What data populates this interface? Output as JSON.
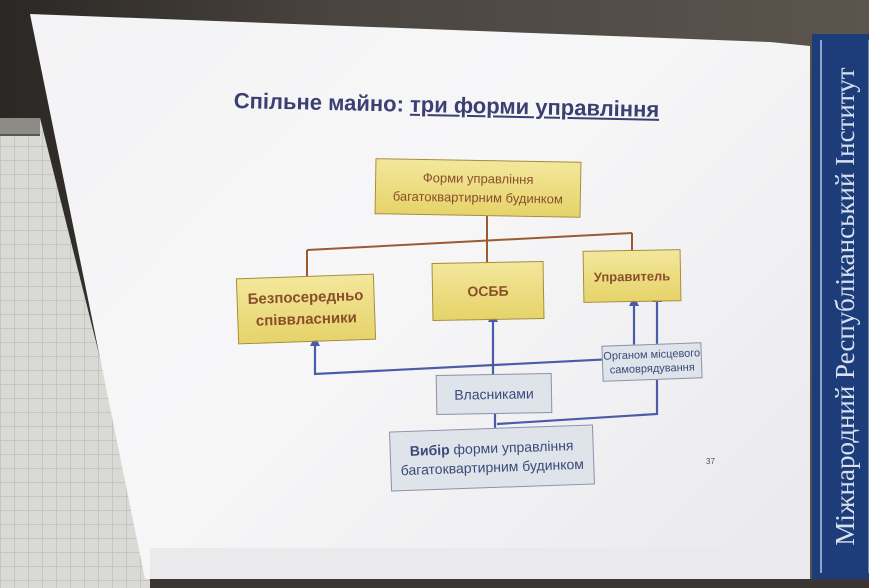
{
  "slide": {
    "title_part1": "Спільне майно: ",
    "title_part2": "три форми управління",
    "page_number": "37"
  },
  "diagram": {
    "top_line1": "Форми управління",
    "top_line2": "багатоквартирним будинком",
    "direct_line1": "Безпосередньо",
    "direct_line2": "співвласники",
    "osbb": "ОСББ",
    "manager": "Управитель",
    "owners": "Власниками",
    "local_line1": "Органом місцевого",
    "local_line2": "самоврядування",
    "choice_bold": "Вибір",
    "choice_rest": " форми управління",
    "choice_line2": "багатоквартирним будинком"
  },
  "banner": {
    "text": "Міжнародний Республіканський Інститут"
  },
  "colors": {
    "brown_connector": "#9a5b33",
    "blue_connector": "#4a5ba8",
    "banner": "#1c3d7a"
  }
}
